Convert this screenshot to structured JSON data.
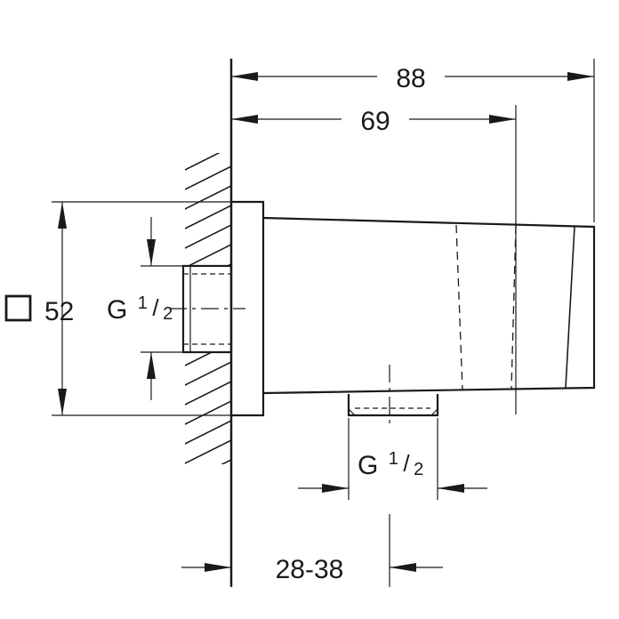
{
  "dimensions": {
    "total_length": "88",
    "body_length": "69",
    "square_size": "52",
    "wall_range": "28-38"
  },
  "threads": {
    "wall_prefix": "G",
    "wall_numerator": "1",
    "wall_slash": "/",
    "wall_denominator": "2",
    "outlet_prefix": "G",
    "outlet_numerator": "1",
    "outlet_slash": "/",
    "outlet_denominator": "2"
  },
  "colors": {
    "line": "#1a1a1a",
    "background": "#ffffff"
  }
}
